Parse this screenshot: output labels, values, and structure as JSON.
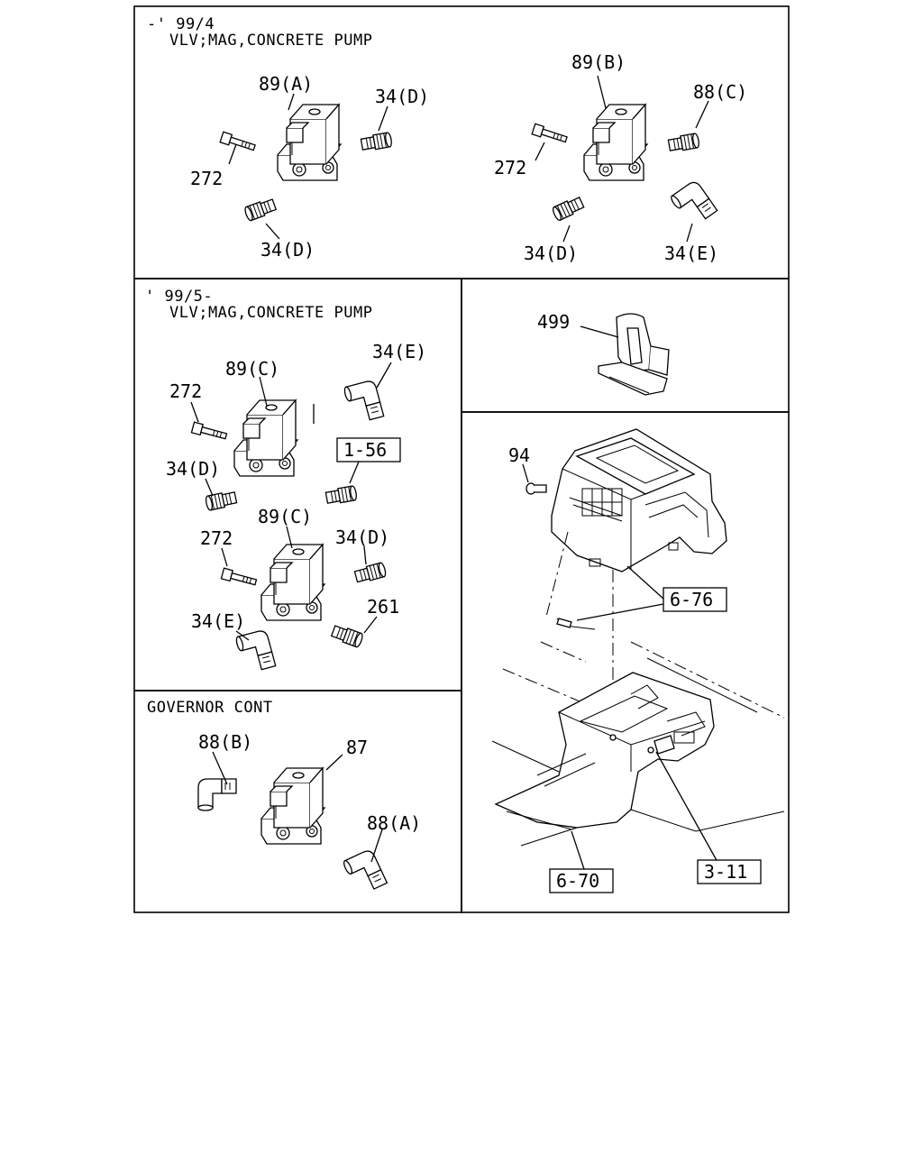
{
  "panels": {
    "p1": {
      "date": "-' 99/4",
      "title": "VLV;MAG,CONCRETE PUMP"
    },
    "p2": {
      "date": "' 99/5-",
      "title": "VLV;MAG,CONCRETE PUMP"
    },
    "p4": {
      "title": "GOVERNOR CONT"
    }
  },
  "callouts": {
    "p1_89a": "89(A)",
    "p1_34d_top": "34(D)",
    "p1_272": "272",
    "p1_34d_bot": "34(D)",
    "p1_89b": "89(B)",
    "p1_88c": "88(C)",
    "p1_272b": "272",
    "p1_34d_b2": "34(D)",
    "p1_34e": "34(E)",
    "p2_89c_top": "89(C)",
    "p2_34e_top": "34(E)",
    "p2_272_top": "272",
    "p2_34d_top": "34(D)",
    "p2_89c_bot": "89(C)",
    "p2_272_bot": "272",
    "p2_34d_bot": "34(D)",
    "p2_34e_bot": "34(E)",
    "p2_261": "261",
    "p3_499": "499",
    "p4_88b": "88(B)",
    "p4_87": "87",
    "p4_88a": "88(A)",
    "p5_94": "94"
  },
  "refs": {
    "r156": "1-56",
    "r676": "6-76",
    "r670": "6-70",
    "r311": "3-11"
  }
}
